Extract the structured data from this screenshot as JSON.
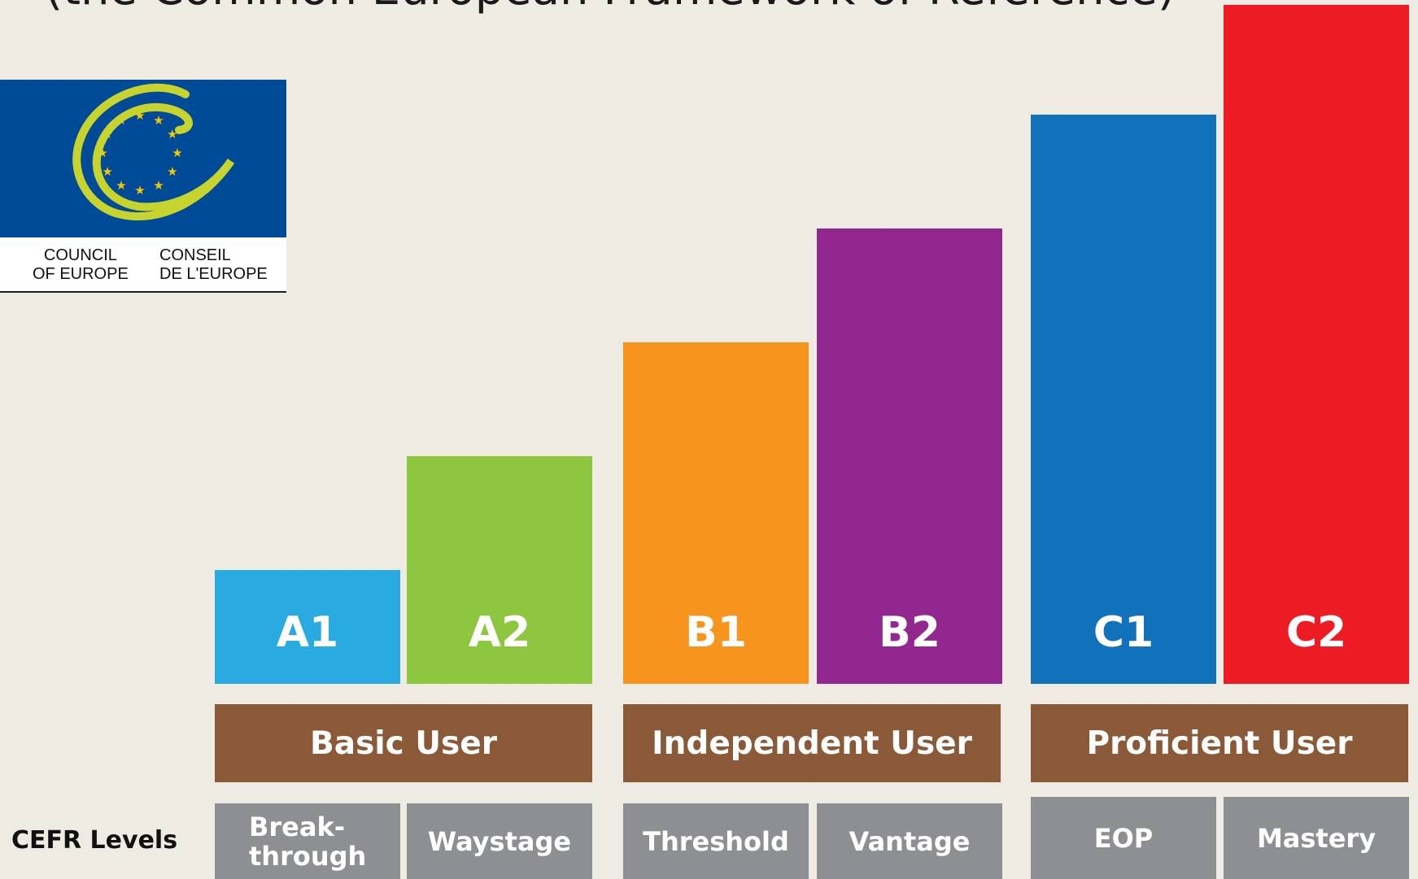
{
  "title": "(the Common European Framework of Reference)",
  "logo": {
    "line1_left": "COUNCIL",
    "line2_left": "OF EUROPE",
    "line1_right": "CONSEIL",
    "line2_right": "DE L'EUROPE",
    "flag_color": "#004b97",
    "emblem_color": "#c8d42e",
    "star_color": "#f7c600"
  },
  "axis_caption": "CEFR Levels",
  "chart_data": {
    "type": "bar",
    "categories": [
      "A1",
      "A2",
      "B1",
      "B2",
      "C1",
      "C2"
    ],
    "values": [
      1,
      2,
      3,
      4,
      5,
      6
    ],
    "colors": [
      "#29abe2",
      "#8dc63f",
      "#f7941d",
      "#92278f",
      "#1172bb",
      "#ed1c24"
    ],
    "groups": [
      {
        "label": "Basic User",
        "levels": [
          "A1",
          "A2"
        ],
        "sublabels": [
          "Break-\nthrough",
          "Waystage"
        ]
      },
      {
        "label": "Independent User",
        "levels": [
          "B1",
          "B2"
        ],
        "sublabels": [
          "Threshold",
          "Vantage"
        ]
      },
      {
        "label": "Proficient User",
        "levels": [
          "C1",
          "C2"
        ],
        "sublabels": [
          "EOP",
          "Mastery"
        ]
      }
    ],
    "band_color": "#8a5a38",
    "sublabel_color": "#8e8f93",
    "grid": false,
    "legend": "none"
  }
}
